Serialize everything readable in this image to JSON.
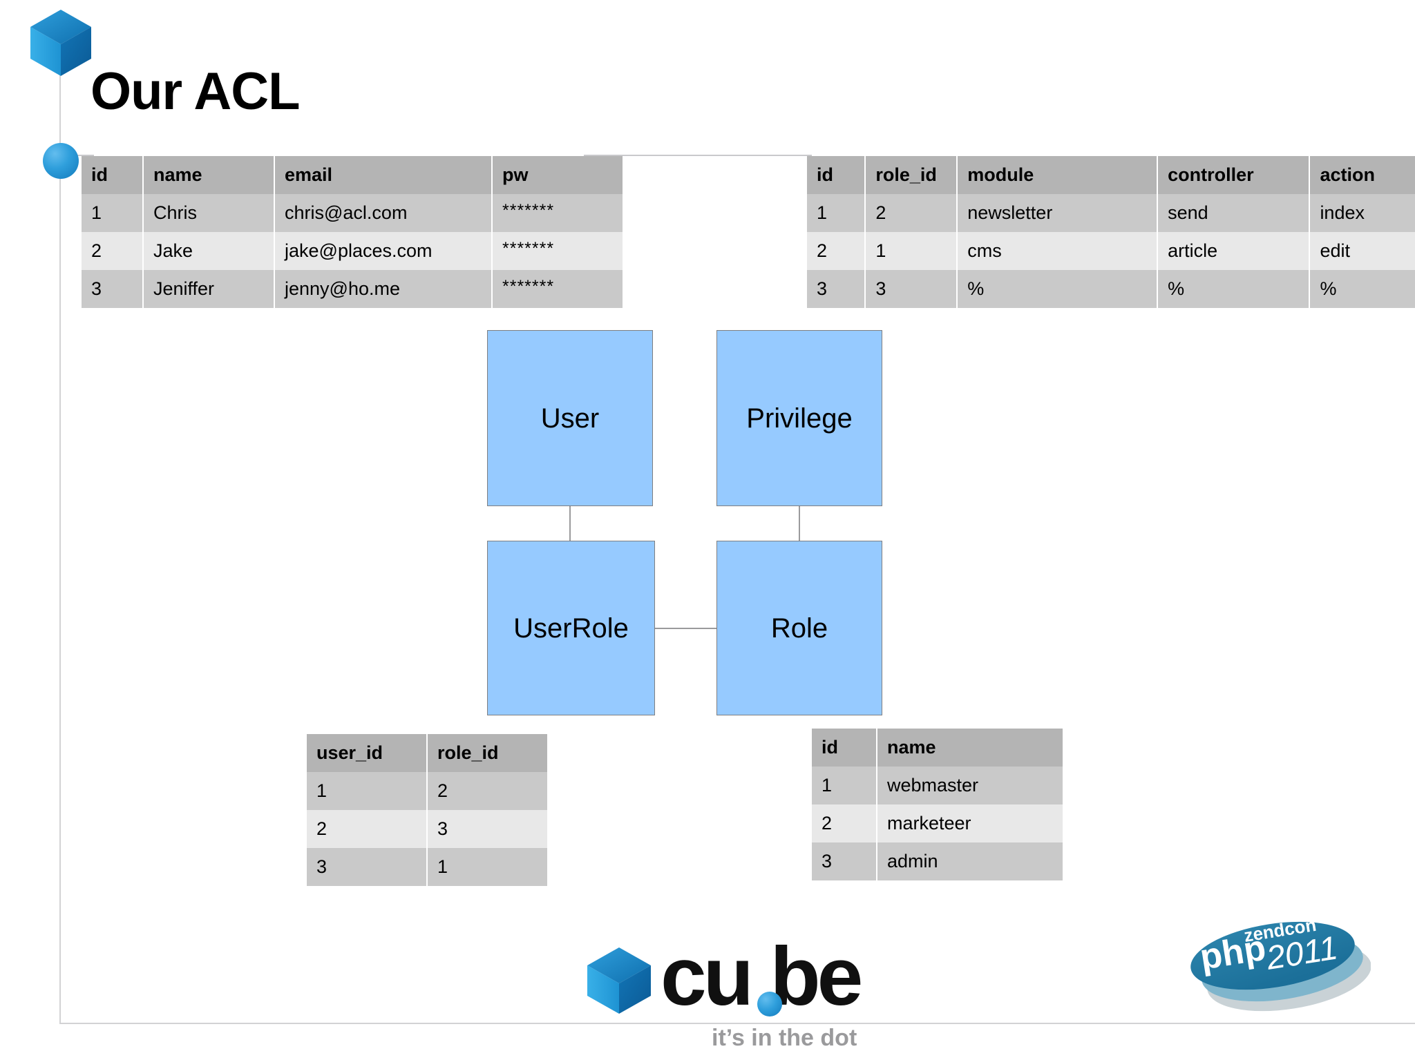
{
  "slide": {
    "title": "Our ACL"
  },
  "decorations": {
    "cube_icon": "cube-3d-icon",
    "sphere_icon": "sphere-icon"
  },
  "user_table": {
    "name": "user-table",
    "headers": [
      "id",
      "name",
      "email",
      "pw"
    ],
    "rows": [
      {
        "id": "1",
        "name": "Chris",
        "email": "chris@acl.com",
        "pw": "*******"
      },
      {
        "id": "2",
        "name": "Jake",
        "email": "jake@places.com",
        "pw": "*******"
      },
      {
        "id": "3",
        "name": "Jeniffer",
        "email": "jenny@ho.me",
        "pw": "*******"
      }
    ]
  },
  "privilege_table": {
    "name": "privilege-table",
    "headers": [
      "id",
      "role_id",
      "module",
      "controller",
      "action"
    ],
    "rows": [
      {
        "id": "1",
        "role_id": "2",
        "module": "newsletter",
        "controller": "send",
        "action": "index"
      },
      {
        "id": "2",
        "role_id": "1",
        "module": "cms",
        "controller": "article",
        "action": "edit"
      },
      {
        "id": "3",
        "role_id": "3",
        "module": "%",
        "controller": "%",
        "action": "%"
      }
    ]
  },
  "userrole_table": {
    "name": "userrole-table",
    "headers": [
      "user_id",
      "role_id"
    ],
    "rows": [
      {
        "user_id": "1",
        "role_id": "2"
      },
      {
        "user_id": "2",
        "role_id": "3"
      },
      {
        "user_id": "3",
        "role_id": "1"
      }
    ]
  },
  "role_table": {
    "name": "role-table",
    "headers": [
      "id",
      "name"
    ],
    "rows": [
      {
        "id": "1",
        "name": "webmaster"
      },
      {
        "id": "2",
        "name": "marketeer"
      },
      {
        "id": "3",
        "name": "admin"
      }
    ]
  },
  "diagram": {
    "boxes": [
      {
        "key": "user",
        "label": "User"
      },
      {
        "key": "privilege",
        "label": "Privilege"
      },
      {
        "key": "userrole",
        "label": "UserRole"
      },
      {
        "key": "role",
        "label": "Role"
      }
    ],
    "connections": [
      {
        "from": "User",
        "to": "UserRole"
      },
      {
        "from": "Privilege",
        "to": "Role"
      },
      {
        "from": "UserRole",
        "to": "Role"
      }
    ]
  },
  "cube_logo": {
    "wordmark": "cu be",
    "word_left": "cu",
    "word_right": "be",
    "tagline": "it’s in the dot"
  },
  "zendcon_logo": {
    "top_text": "zendcon",
    "brand": "php",
    "year": "2011"
  },
  "colors": {
    "box_fill": "#96caff",
    "box_border": "#7e7e80",
    "table_header": "#b4b4b4",
    "table_row_odd": "#c9c9c9",
    "table_row_even": "#e8e8e8",
    "accent_blue": "#1279bb",
    "frame_gray": "#d2d2d4"
  }
}
